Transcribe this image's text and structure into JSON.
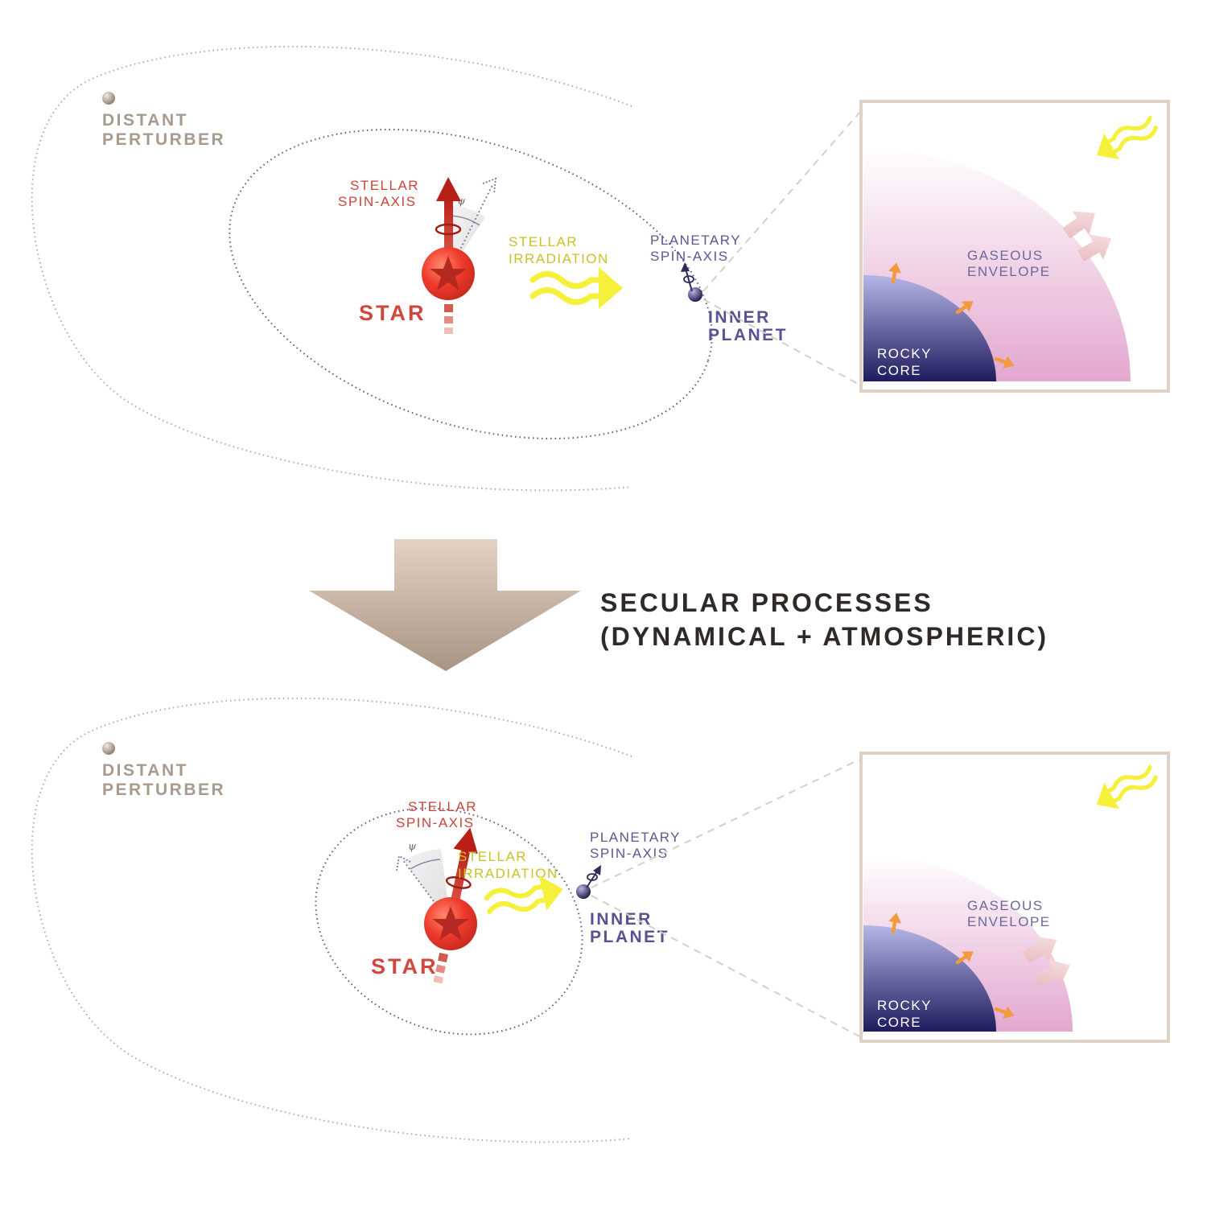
{
  "top_panel": {
    "perturber_line1": "DISTANT",
    "perturber_line2": "PERTURBER",
    "spin_line1": "STELLAR",
    "spin_line2": "SPIN-AXIS",
    "psi": "ψ",
    "irr_line1": "STELLAR",
    "irr_line2": "IRRADIATION",
    "pspin_line1": "PLANETARY",
    "pspin_line2": "SPIN-AXIS",
    "star": "STAR",
    "planet_line1": "INNER",
    "planet_line2": "PLANET",
    "inset": {
      "env_line1": "GASEOUS",
      "env_line2": "ENVELOPE",
      "core_line1": "ROCKY",
      "core_line2": "CORE"
    }
  },
  "transition": {
    "line1": "SECULAR PROCESSES",
    "line2": "(DYNAMICAL + ATMOSPHERIC)"
  },
  "bottom_panel": {
    "perturber_line1": "DISTANT",
    "perturber_line2": "PERTURBER",
    "spin_line1": "STELLAR",
    "spin_line2": "SPIN-AXIS",
    "psi": "ψ",
    "irr_line1": "STELLAR",
    "irr_line2": "IRRADIATION",
    "pspin_line1": "PLANETARY",
    "pspin_line2": "SPIN-AXIS",
    "star": "STAR",
    "planet_line1": "INNER",
    "planet_line2": "PLANET",
    "inset": {
      "env_line1": "GASEOUS",
      "env_line2": "ENVELOPE",
      "core_line1": "ROCKY",
      "core_line2": "CORE"
    }
  },
  "colors": {
    "star": "#e8332a",
    "spin_axis": "#c0392b",
    "irradiation": "#f5f03a",
    "planet": "#2d2a5c",
    "envelope": "#e3a9cf",
    "core": "#2a2666",
    "perturber": "#a89a8c",
    "big_arrow": "#c8b3a1"
  }
}
